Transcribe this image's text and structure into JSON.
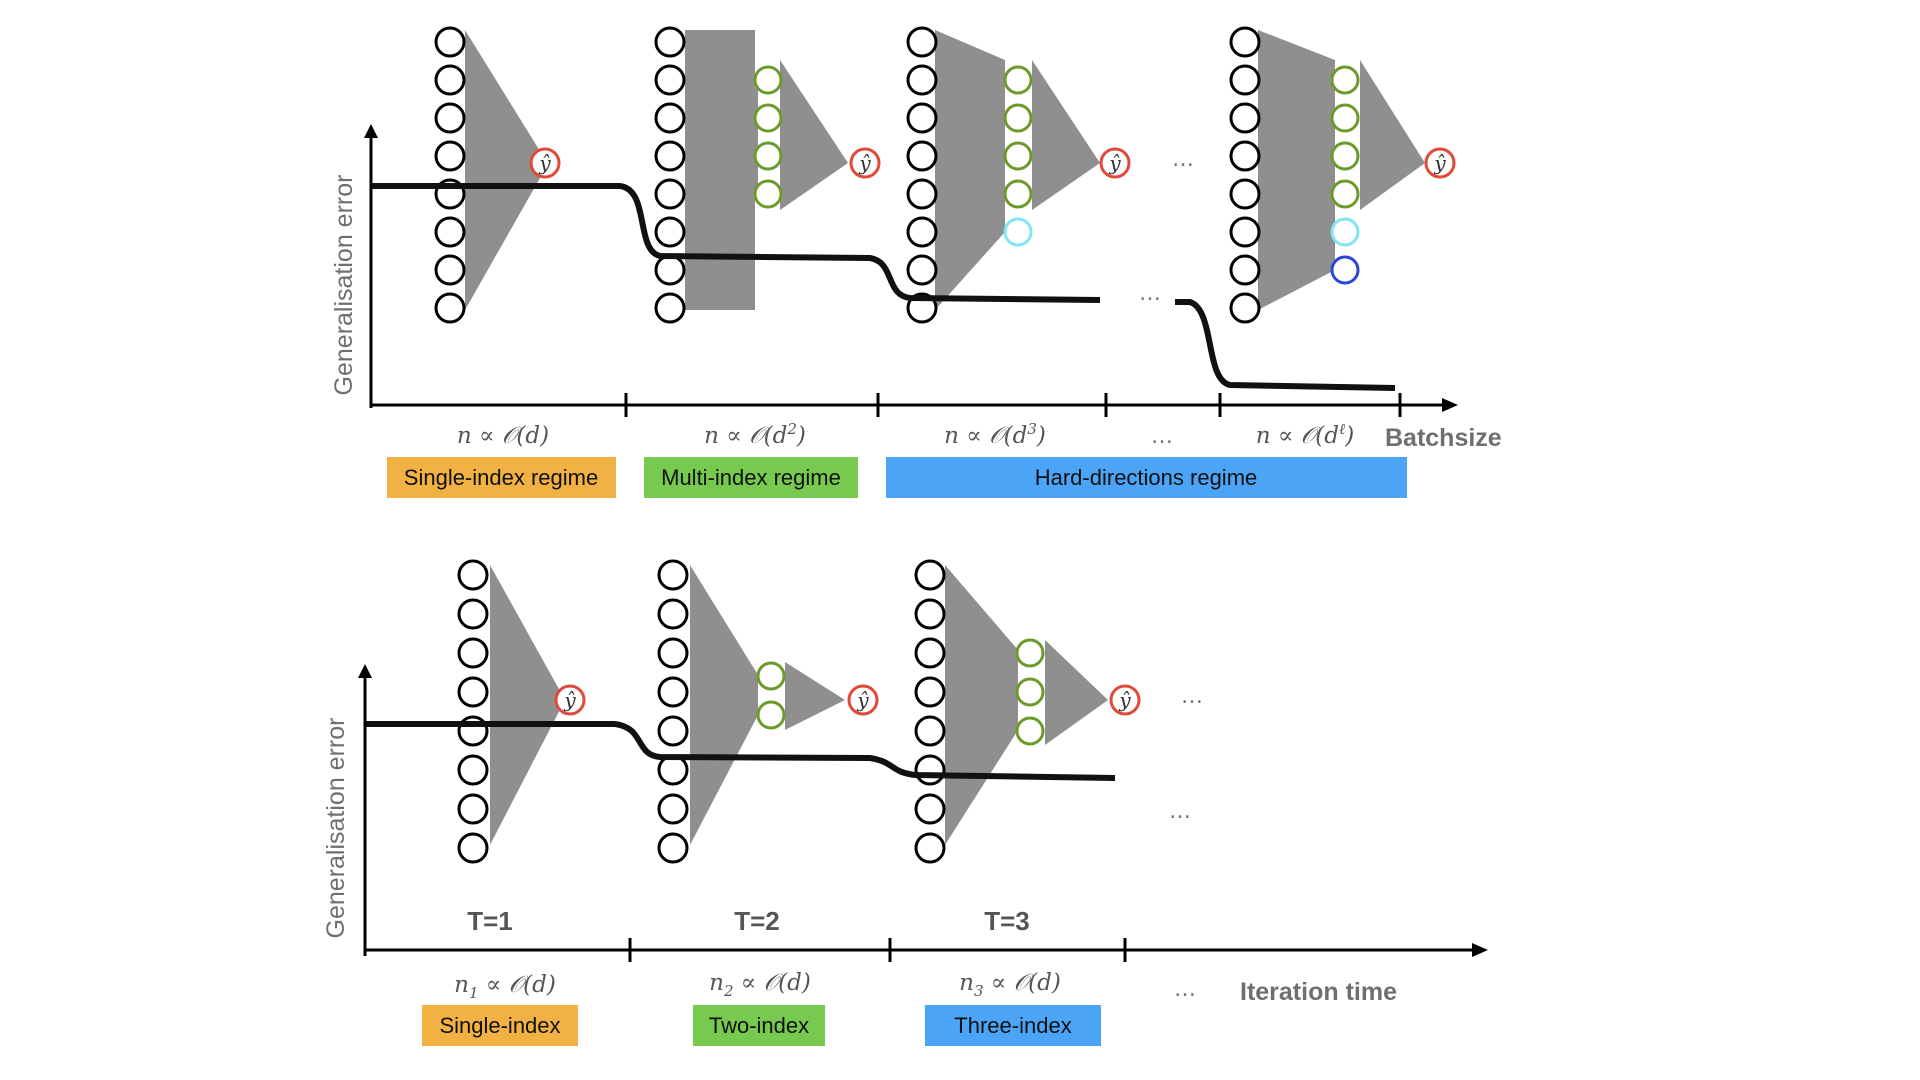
{
  "top_panel": {
    "y_axis_label": "Generalisation error",
    "x_axis_label": "Batchsize",
    "sample_labels": [
      {
        "pre": "n ∝ 𝒪(d",
        "sup": "",
        "post": ")"
      },
      {
        "pre": "n ∝ 𝒪(d",
        "sup": "2",
        "post": ")"
      },
      {
        "pre": "n ∝ 𝒪(d",
        "sup": "3",
        "post": ")"
      },
      {
        "pre": "n ∝ 𝒪(d",
        "sup": "ℓ",
        "post": ")"
      }
    ],
    "ellipsis": "…",
    "regimes": [
      {
        "label": "Single-index regime",
        "color": "#f1b143"
      },
      {
        "label": "Multi-index regime",
        "color": "#77c94f"
      },
      {
        "label": "Hard-directions regime",
        "color": "#4ba4f6"
      }
    ]
  },
  "bottom_panel": {
    "y_axis_label": "Generalisation error",
    "x_axis_label": "Iteration time",
    "t_labels": [
      "T=1",
      "T=2",
      "T=3"
    ],
    "sample_labels": [
      {
        "pre": "n",
        "sub": "1",
        "post": " ∝ 𝒪(d)"
      },
      {
        "pre": "n",
        "sub": "2",
        "post": " ∝ 𝒪(d)"
      },
      {
        "pre": "n",
        "sub": "3",
        "post": " ∝ 𝒪(d)"
      }
    ],
    "ellipsis": "…",
    "regimes": [
      {
        "label": "Single-index",
        "color": "#f1b143"
      },
      {
        "label": "Two-index",
        "color": "#77c94f"
      },
      {
        "label": "Three-index",
        "color": "#4ba4f6"
      }
    ]
  },
  "network": {
    "output_label": "ŷ",
    "colors": {
      "input": "#000000",
      "hidden": "#6c9b2a",
      "hidden_cyan": "#7fe7ef",
      "hidden_blue": "#2c47d8",
      "output": "#e04a3a",
      "fan": "#8f8f8f"
    }
  }
}
